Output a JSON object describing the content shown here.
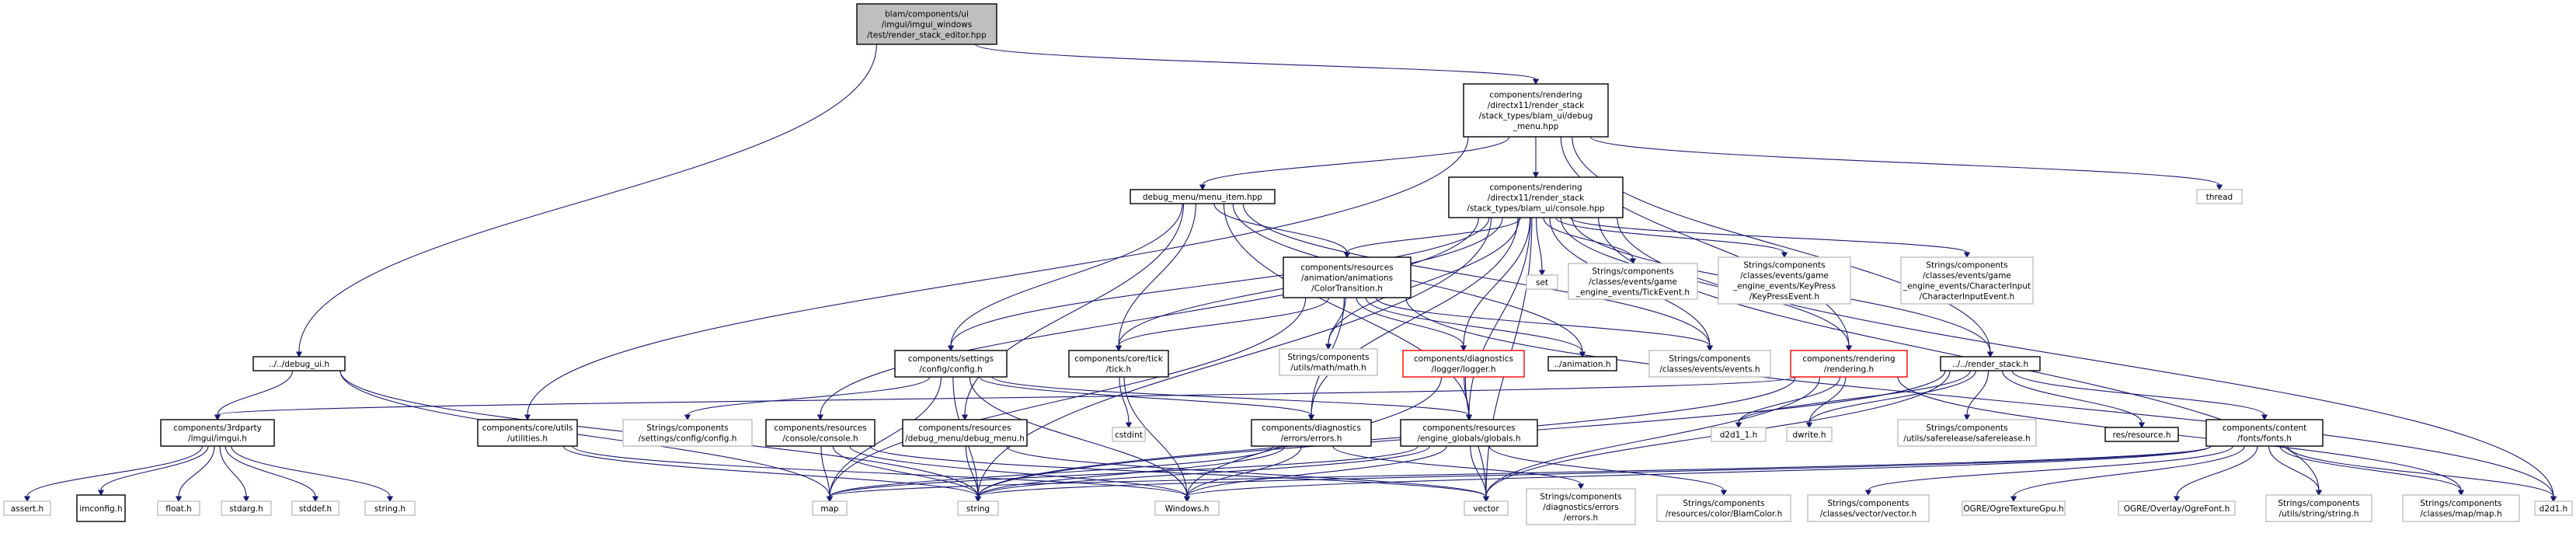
{
  "colors": {
    "edge": "#191970",
    "border_default": "#000000",
    "border_leaf": "#bfbfbf",
    "border_truncated": "#ff0000",
    "root_fill": "#bfbfbf",
    "fill": "#ffffff",
    "text": "#000000"
  },
  "nodes": [
    {
      "id": "root",
      "lines": [
        "blam/components/ui",
        "/imgui/imgui_windows",
        "/test/render_stack_editor.hpp"
      ],
      "style": "root"
    },
    {
      "id": "debugmenu",
      "lines": [
        "components/rendering",
        "/directx11/render_stack",
        "/stack_types/blam_ui/debug",
        "_menu.hpp"
      ],
      "style": "normal"
    },
    {
      "id": "thread",
      "lines": [
        "thread"
      ],
      "style": "leaf"
    },
    {
      "id": "menuitem",
      "lines": [
        "debug_menu/menu_item.hpp"
      ],
      "style": "normal"
    },
    {
      "id": "console",
      "lines": [
        "components/rendering",
        "/directx11/render_stack",
        "/stack_types/blam_ui/console.hpp"
      ],
      "style": "normal"
    },
    {
      "id": "colortrans",
      "lines": [
        "components/resources",
        "/animation/animations",
        "/ColorTransition.h"
      ],
      "style": "normal"
    },
    {
      "id": "set",
      "lines": [
        "set"
      ],
      "style": "leaf"
    },
    {
      "id": "tickevent",
      "lines": [
        "Strings/components",
        "/classes/events/game",
        "_engine_events/TickEvent.h"
      ],
      "style": "leaf"
    },
    {
      "id": "keypress",
      "lines": [
        "Strings/components",
        "/classes/events/game",
        "_engine_events/KeyPress",
        "/KeyPressEvent.h"
      ],
      "style": "leaf"
    },
    {
      "id": "charinput",
      "lines": [
        "Strings/components",
        "/classes/events/game",
        "_engine_events/CharacterInput",
        "/CharacterInputEvent.h"
      ],
      "style": "leaf"
    },
    {
      "id": "debugui",
      "lines": [
        "../../debug_ui.h"
      ],
      "style": "normal"
    },
    {
      "id": "config",
      "lines": [
        "components/settings",
        "/config/config.h"
      ],
      "style": "normal"
    },
    {
      "id": "tick",
      "lines": [
        "components/core/tick",
        "/tick.h"
      ],
      "style": "normal"
    },
    {
      "id": "mathh",
      "lines": [
        "Strings/components",
        "/utils/math/math.h"
      ],
      "style": "leaf"
    },
    {
      "id": "logger",
      "lines": [
        "components/diagnostics",
        "/logger/logger.h"
      ],
      "style": "truncated"
    },
    {
      "id": "animation",
      "lines": [
        "../animation.h"
      ],
      "style": "normal"
    },
    {
      "id": "eventsh",
      "lines": [
        "Strings/components",
        "/classes/events/events.h"
      ],
      "style": "leaf"
    },
    {
      "id": "rendering",
      "lines": [
        "components/rendering",
        "/rendering.h"
      ],
      "style": "truncated"
    },
    {
      "id": "renderstack",
      "lines": [
        "../../render_stack.h"
      ],
      "style": "normal"
    },
    {
      "id": "imgui",
      "lines": [
        "components/3rdparty",
        "/imgui/imgui.h"
      ],
      "style": "normal"
    },
    {
      "id": "utilities",
      "lines": [
        "components/core/utils",
        "/utilities.h"
      ],
      "style": "normal"
    },
    {
      "id": "configstr",
      "lines": [
        "Strings/components",
        "/settings/config/config.h"
      ],
      "style": "leaf"
    },
    {
      "id": "consoleh",
      "lines": [
        "components/resources",
        "/console/console.h"
      ],
      "style": "normal"
    },
    {
      "id": "debugmenuh",
      "lines": [
        "components/resources",
        "/debug_menu/debug_menu.h"
      ],
      "style": "normal"
    },
    {
      "id": "cstdint",
      "lines": [
        "cstdint"
      ],
      "style": "leaf"
    },
    {
      "id": "errors",
      "lines": [
        "components/diagnostics",
        "/errors/errors.h"
      ],
      "style": "normal"
    },
    {
      "id": "globals",
      "lines": [
        "components/resources",
        "/engine_globals/globals.h"
      ],
      "style": "normal"
    },
    {
      "id": "d2d1_1",
      "lines": [
        "d2d1_1.h"
      ],
      "style": "leaf"
    },
    {
      "id": "dwrite",
      "lines": [
        "dwrite.h"
      ],
      "style": "leaf"
    },
    {
      "id": "saferelease",
      "lines": [
        "Strings/components",
        "/utils/saferelease/saferelease.h"
      ],
      "style": "leaf"
    },
    {
      "id": "resource",
      "lines": [
        "res/resource.h"
      ],
      "style": "normal"
    },
    {
      "id": "fonts",
      "lines": [
        "components/content",
        "/fonts/fonts.h"
      ],
      "style": "normal"
    },
    {
      "id": "d2d1",
      "lines": [
        "d2d1.h"
      ],
      "style": "leaf"
    },
    {
      "id": "assert",
      "lines": [
        "assert.h"
      ],
      "style": "leaf"
    },
    {
      "id": "imconfig",
      "lines": [
        "imconfig.h"
      ],
      "style": "normal"
    },
    {
      "id": "float",
      "lines": [
        "float.h"
      ],
      "style": "leaf"
    },
    {
      "id": "stdarg",
      "lines": [
        "stdarg.h"
      ],
      "style": "leaf"
    },
    {
      "id": "stddef",
      "lines": [
        "stddef.h"
      ],
      "style": "leaf"
    },
    {
      "id": "stringh",
      "lines": [
        "string.h"
      ],
      "style": "leaf"
    },
    {
      "id": "map",
      "lines": [
        "map"
      ],
      "style": "leaf"
    },
    {
      "id": "string",
      "lines": [
        "string"
      ],
      "style": "leaf"
    },
    {
      "id": "windows",
      "lines": [
        "Windows.h"
      ],
      "style": "leaf"
    },
    {
      "id": "vector",
      "lines": [
        "vector"
      ],
      "style": "leaf"
    },
    {
      "id": "errorsstr",
      "lines": [
        "Strings/components",
        "/diagnostics/errors",
        "/errors.h"
      ],
      "style": "leaf"
    },
    {
      "id": "blamcolor",
      "lines": [
        "Strings/components",
        "/resources/color/BlamColor.h"
      ],
      "style": "leaf"
    },
    {
      "id": "vectorh",
      "lines": [
        "Strings/components",
        "/classes/vector/vector.h"
      ],
      "style": "leaf"
    },
    {
      "id": "ogretex",
      "lines": [
        "OGRE/OgreTextureGpu.h"
      ],
      "style": "leaf"
    },
    {
      "id": "ogrefont",
      "lines": [
        "OGRE/Overlay/OgreFont.h"
      ],
      "style": "leaf"
    },
    {
      "id": "stringstr",
      "lines": [
        "Strings/components",
        "/utils/string/string.h"
      ],
      "style": "leaf"
    },
    {
      "id": "mapstr",
      "lines": [
        "Strings/components",
        "/classes/map/map.h"
      ],
      "style": "leaf"
    }
  ],
  "edges": [
    [
      "root",
      "debugmenu"
    ],
    [
      "root",
      "debugui"
    ],
    [
      "debugmenu",
      "thread"
    ],
    [
      "debugmenu",
      "menuitem"
    ],
    [
      "debugmenu",
      "console"
    ],
    [
      "debugmenu",
      "renderstack"
    ],
    [
      "debugmenu",
      "utilities"
    ],
    [
      "debugmenu",
      "rendering"
    ],
    [
      "menuitem",
      "colortrans"
    ],
    [
      "menuitem",
      "config"
    ],
    [
      "menuitem",
      "tick"
    ],
    [
      "menuitem",
      "eventsh"
    ],
    [
      "menuitem",
      "debugmenuh"
    ],
    [
      "menuitem",
      "globals"
    ],
    [
      "menuitem",
      "animation"
    ],
    [
      "console",
      "set"
    ],
    [
      "console",
      "tickevent"
    ],
    [
      "console",
      "keypress"
    ],
    [
      "console",
      "charinput"
    ],
    [
      "console",
      "colortrans"
    ],
    [
      "console",
      "config"
    ],
    [
      "console",
      "tick"
    ],
    [
      "console",
      "logger"
    ],
    [
      "console",
      "eventsh"
    ],
    [
      "console",
      "rendering"
    ],
    [
      "console",
      "renderstack"
    ],
    [
      "console",
      "consoleh"
    ],
    [
      "console",
      "errors"
    ],
    [
      "console",
      "globals"
    ],
    [
      "console",
      "mathh"
    ],
    [
      "console",
      "string"
    ],
    [
      "console",
      "stringstr"
    ],
    [
      "console",
      "d2d1"
    ],
    [
      "console",
      "vector"
    ],
    [
      "colortrans",
      "tick"
    ],
    [
      "colortrans",
      "animation"
    ],
    [
      "colortrans",
      "logger"
    ],
    [
      "colortrans",
      "mathh"
    ],
    [
      "colortrans",
      "eventsh"
    ],
    [
      "colortrans",
      "errors"
    ],
    [
      "colortrans",
      "map"
    ],
    [
      "colortrans",
      "d2d1"
    ],
    [
      "debugui",
      "imgui"
    ],
    [
      "debugui",
      "string"
    ],
    [
      "debugui",
      "map"
    ],
    [
      "config",
      "configstr"
    ],
    [
      "config",
      "errors"
    ],
    [
      "config",
      "globals"
    ],
    [
      "config",
      "windows"
    ],
    [
      "config",
      "map"
    ],
    [
      "config",
      "string"
    ],
    [
      "tick",
      "cstdint"
    ],
    [
      "tick",
      "windows"
    ],
    [
      "logger",
      "globals"
    ],
    [
      "logger",
      "windows"
    ],
    [
      "logger",
      "vector"
    ],
    [
      "rendering",
      "imgui"
    ],
    [
      "rendering",
      "d2d1_1"
    ],
    [
      "rendering",
      "dwrite"
    ],
    [
      "rendering",
      "vector"
    ],
    [
      "rendering",
      "string"
    ],
    [
      "rendering",
      "mapstr"
    ],
    [
      "renderstack",
      "d2d1_1"
    ],
    [
      "renderstack",
      "dwrite"
    ],
    [
      "renderstack",
      "saferelease"
    ],
    [
      "renderstack",
      "resource"
    ],
    [
      "renderstack",
      "fonts"
    ],
    [
      "renderstack",
      "vector"
    ],
    [
      "renderstack",
      "string"
    ],
    [
      "imgui",
      "assert"
    ],
    [
      "imgui",
      "imconfig"
    ],
    [
      "imgui",
      "float"
    ],
    [
      "imgui",
      "stdarg"
    ],
    [
      "imgui",
      "stddef"
    ],
    [
      "imgui",
      "stringh"
    ],
    [
      "utilities",
      "string"
    ],
    [
      "utilities",
      "windows"
    ],
    [
      "consoleh",
      "map"
    ],
    [
      "consoleh",
      "string"
    ],
    [
      "consoleh",
      "windows"
    ],
    [
      "consoleh",
      "vector"
    ],
    [
      "debugmenuh",
      "string"
    ],
    [
      "debugmenuh",
      "vector"
    ],
    [
      "errors",
      "errorsstr"
    ],
    [
      "errors",
      "windows"
    ],
    [
      "errors",
      "string"
    ],
    [
      "errors",
      "map"
    ],
    [
      "globals",
      "map"
    ],
    [
      "globals",
      "string"
    ],
    [
      "globals",
      "vector"
    ],
    [
      "globals",
      "blamcolor"
    ],
    [
      "globals",
      "windows"
    ],
    [
      "fonts",
      "vectorh"
    ],
    [
      "fonts",
      "ogretex"
    ],
    [
      "fonts",
      "ogrefont"
    ],
    [
      "fonts",
      "stringstr"
    ],
    [
      "fonts",
      "mapstr"
    ],
    [
      "fonts",
      "map"
    ],
    [
      "fonts",
      "d2d1"
    ],
    [
      "fonts",
      "windows"
    ],
    [
      "fonts",
      "string"
    ]
  ]
}
